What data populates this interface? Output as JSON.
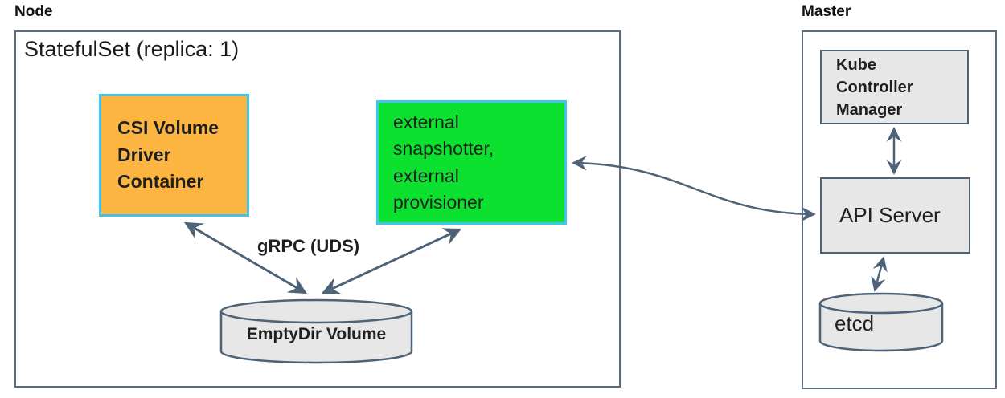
{
  "node_section": {
    "label": "Node",
    "statefulset_title": "StatefulSet (replica: 1)",
    "csi_box_label": "CSI Volume\nDriver\nContainer",
    "external_box_label": "external\nsnapshotter,\nexternal\nprovisioner",
    "grpc_label": "gRPC (UDS)",
    "emptydir_label": "EmptyDir Volume"
  },
  "master_section": {
    "label": "Master",
    "kcm_label": "Kube\nController\nManager",
    "api_server_label": "API Server",
    "etcd_label": "etcd"
  },
  "colors": {
    "csi_box_fill": "#fbb540",
    "external_box_fill": "#0ce12f",
    "container_border": "#3ec5ee",
    "arrow_and_border": "#4e6378",
    "outer_box_border": "#5d6d7e",
    "cylinder_fill": "#e7e7e7",
    "text": "#1f1f1f"
  }
}
